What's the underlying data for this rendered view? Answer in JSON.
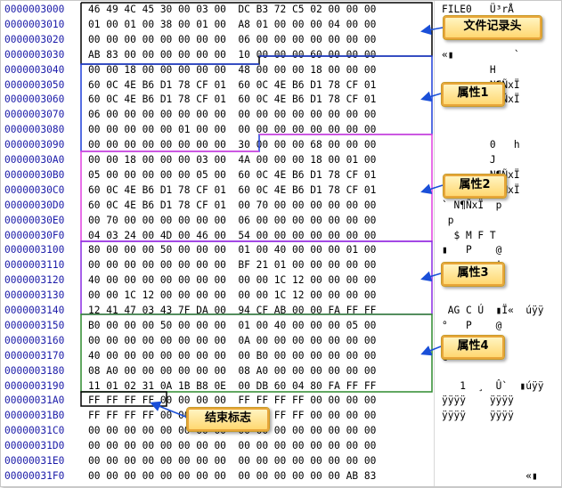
{
  "hexview": {
    "rows": [
      {
        "address": "0000003000",
        "hex": "46 49 4C 45 30 00 03 00  DC B3 72 C5 02 00 00 00",
        "ascii": "FILE0   Ü³rÅ"
      },
      {
        "address": "0000003010",
        "hex": "01 00 01 00 38 00 01 00  A8 01 00 00 00 04 00 00",
        "ascii": ""
      },
      {
        "address": "0000003020",
        "hex": "00 00 00 00 00 00 00 00  06 00 00 00 00 00 00 00",
        "ascii": ""
      },
      {
        "address": "0000003030",
        "hex": "AB 83 00 00 00 00 00 00  10 00 00 00 60 00 00 00",
        "ascii": "«▮          `"
      },
      {
        "address": "0000003040",
        "hex": "00 00 18 00 00 00 00 00  48 00 00 00 18 00 00 00",
        "ascii": "        H"
      },
      {
        "address": "0000003050",
        "hex": "60 0C 4E B6 D1 78 CF 01  60 0C 4E B6 D1 78 CF 01",
        "ascii": "        N¶ÑxÏ"
      },
      {
        "address": "0000003060",
        "hex": "60 0C 4E B6 D1 78 CF 01  60 0C 4E B6 D1 78 CF 01",
        "ascii": "        N¶ÑxÏ"
      },
      {
        "address": "0000003070",
        "hex": "06 00 00 00 00 00 00 00  00 00 00 00 00 00 00 00",
        "ascii": ""
      },
      {
        "address": "0000003080",
        "hex": "00 00 00 00 00 01 00 00  00 00 00 00 00 00 00 00",
        "ascii": ""
      },
      {
        "address": "0000003090",
        "hex": "00 00 00 00 00 00 00 00  30 00 00 00 68 00 00 00",
        "ascii": "        0   h"
      },
      {
        "address": "00000030A0",
        "hex": "00 00 18 00 00 00 03 00  4A 00 00 00 18 00 01 00",
        "ascii": "        J"
      },
      {
        "address": "00000030B0",
        "hex": "05 00 00 00 00 00 05 00  60 0C 4E B6 D1 78 CF 01",
        "ascii": "        N¶ÑxÏ"
      },
      {
        "address": "00000030C0",
        "hex": "60 0C 4E B6 D1 78 CF 01  60 0C 4E B6 D1 78 CF 01",
        "ascii": "        N¶ÑxÏ"
      },
      {
        "address": "00000030D0",
        "hex": "60 0C 4E B6 D1 78 CF 01  00 70 00 00 00 00 00 00",
        "ascii": "` N¶ÑxÏ  p"
      },
      {
        "address": "00000030E0",
        "hex": "00 70 00 00 00 00 00 00  06 00 00 00 00 00 00 00",
        "ascii": " p"
      },
      {
        "address": "00000030F0",
        "hex": "04 03 24 00 4D 00 46 00  54 00 00 00 00 00 00 00",
        "ascii": "  $ M F T"
      },
      {
        "address": "0000003100",
        "hex": "80 00 00 00 50 00 00 00  01 00 40 00 00 00 01 00",
        "ascii": "▮   P    @"
      },
      {
        "address": "0000003110",
        "hex": "00 00 00 00 00 00 00 00  BF 21 01 00 00 00 00 00",
        "ascii": "        ¿!"
      },
      {
        "address": "0000003120",
        "hex": "40 00 00 00 00 00 00 00  00 00 1C 12 00 00 00 00",
        "ascii": "@"
      },
      {
        "address": "0000003130",
        "hex": "00 00 1C 12 00 00 00 00  00 00 1C 12 00 00 00 00",
        "ascii": ""
      },
      {
        "address": "0000003140",
        "hex": "12 41 47 03 43 7F DA 00  94 CF AB 00 00 FA FF FF",
        "ascii": " AG C Ú  ▮Ï«  úÿÿ"
      },
      {
        "address": "0000003150",
        "hex": "B0 00 00 00 50 00 00 00  01 00 40 00 00 00 05 00",
        "ascii": "°   P    @"
      },
      {
        "address": "0000003160",
        "hex": "00 00 00 00 00 00 00 00  0A 00 00 00 00 00 00 00",
        "ascii": ""
      },
      {
        "address": "0000003170",
        "hex": "40 00 00 00 00 00 00 00  00 B0 00 00 00 00 00 00",
        "ascii": "@        °"
      },
      {
        "address": "0000003180",
        "hex": "08 A0 00 00 00 00 00 00  08 A0 00 00 00 00 00 00",
        "ascii": ""
      },
      {
        "address": "0000003190",
        "hex": "11 01 02 31 0A 1B B8 0E  00 DB 60 04 80 FA FF FF",
        "ascii": "   1  ¸  Û`  ▮úÿÿ"
      },
      {
        "address": "00000031A0",
        "hex": "FF FF FF FF 00 00 00 00  FF FF FF FF 00 00 00 00",
        "ascii": "ÿÿÿÿ    ÿÿÿÿ"
      },
      {
        "address": "00000031B0",
        "hex": "FF FF FF FF 00 00 00 00  FF FF FF FF 00 00 00 00",
        "ascii": "ÿÿÿÿ    ÿÿÿÿ"
      },
      {
        "address": "00000031C0",
        "hex": "00 00 00 00 00 00 00 00  00 00 00 00 00 00 00 00",
        "ascii": ""
      },
      {
        "address": "00000031D0",
        "hex": "00 00 00 00 00 00 00 00  00 00 00 00 00 00 00 00",
        "ascii": ""
      },
      {
        "address": "00000031E0",
        "hex": "00 00 00 00 00 00 00 00  00 00 00 00 00 00 00 00",
        "ascii": ""
      },
      {
        "address": "00000031F0",
        "hex": "00 00 00 00 00 00 00 00  00 00 00 00 00 00 AB 83",
        "ascii": "              «▮"
      }
    ]
  },
  "annotations": {
    "header_label": "文件记录头",
    "attr1_label": "属性1",
    "attr2_label": "属性2",
    "attr3_label": "属性3",
    "attr4_label": "属性4",
    "end_label": "结束标志"
  },
  "colors": {
    "address": "#1a1aa8",
    "header_box": "#000000",
    "attr1_box": "#1f3fd8",
    "attr2_box": "#e040e0",
    "attr3_box": "#8a2be2",
    "attr4_box": "#2e8b2e",
    "end_box": "#000000",
    "callout_fill": "#ffd56a"
  }
}
